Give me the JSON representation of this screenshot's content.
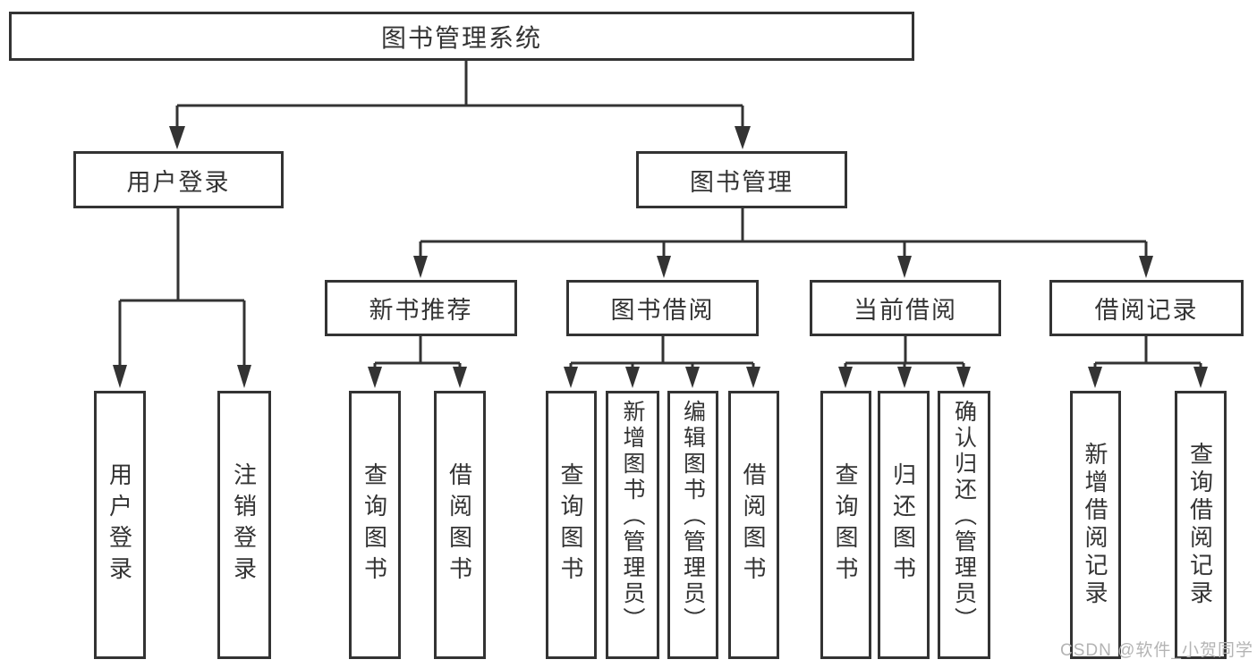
{
  "root": {
    "label": "图书管理系统"
  },
  "branches": [
    {
      "label": "用户登录",
      "leaves": [
        "用户登录",
        "注销登录"
      ]
    },
    {
      "label": "图书管理",
      "groups": [
        {
          "label": "新书推荐",
          "leaves": [
            "查询图书",
            "借阅图书"
          ]
        },
        {
          "label": "图书借阅",
          "leaves": [
            "查询图书",
            "新增图书（管理员）",
            "编辑图书（管理员）",
            "借阅图书"
          ]
        },
        {
          "label": "当前借阅",
          "leaves": [
            "查询图书",
            "归还图书",
            "确认归还（管理员）"
          ]
        },
        {
          "label": "借阅记录",
          "leaves": [
            "新增借阅记录",
            "查询借阅记录"
          ]
        }
      ]
    }
  ],
  "watermark": "CSDN @软件_小贺同学",
  "colors": {
    "line": "#333333",
    "text": "#333333",
    "watermark": "#b4b4b4",
    "background": "#ffffff"
  }
}
